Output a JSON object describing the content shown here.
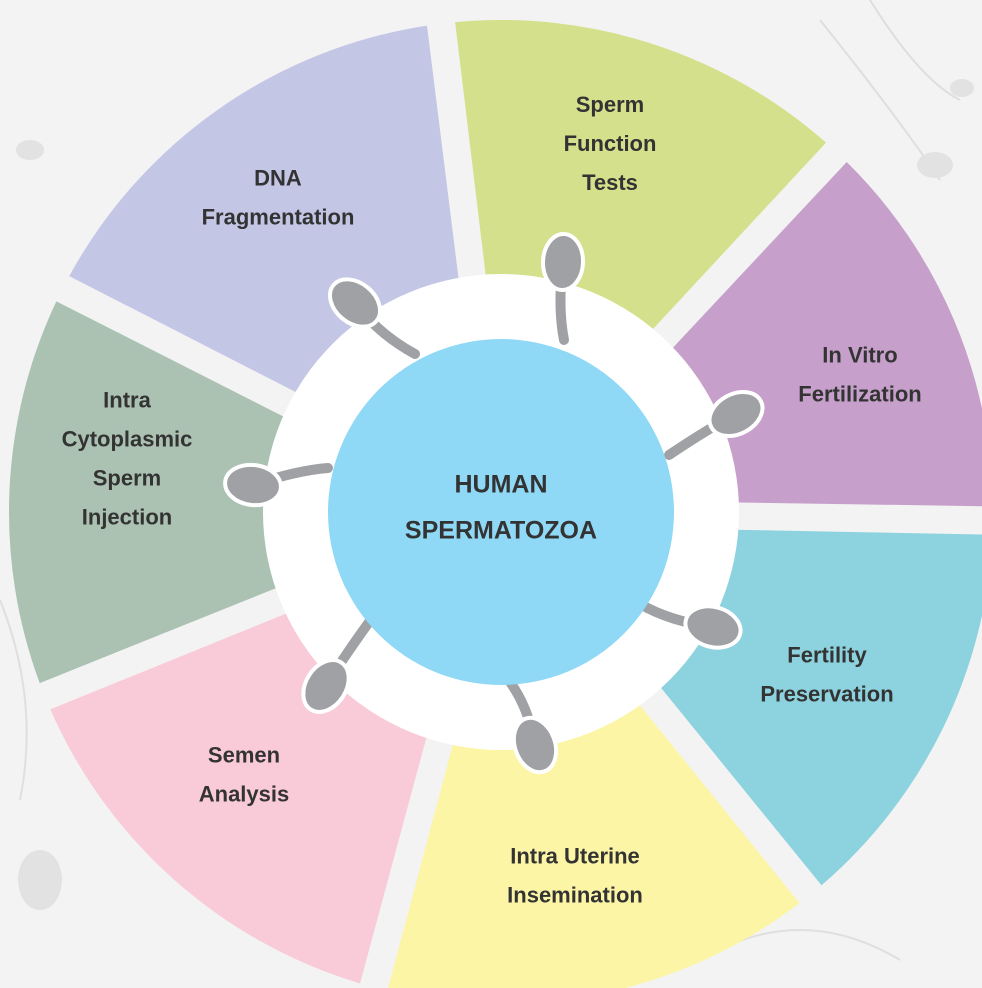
{
  "center": {
    "line1": "HUMAN",
    "line2": "SPERMATOZOA",
    "color": "#8fd8f6"
  },
  "segments": [
    {
      "lines": [
        "Sperm",
        "Function",
        "Tests"
      ],
      "color": "#d4e08b"
    },
    {
      "lines": [
        "In Vitro",
        "Fertilization"
      ],
      "color": "#c6a0cb"
    },
    {
      "lines": [
        "Fertility",
        "Preservation"
      ],
      "color": "#8dd2df"
    },
    {
      "lines": [
        "Intra Uterine",
        "Insemination"
      ],
      "color": "#fcf5a6"
    },
    {
      "lines": [
        "Semen",
        "Analysis"
      ],
      "color": "#f9cad8"
    },
    {
      "lines": [
        "Intra",
        "Cytoplasmic",
        "Sperm",
        "Injection"
      ],
      "color": "#abc2b3"
    },
    {
      "lines": [
        "DNA",
        "Fragmentation"
      ],
      "color": "#c4c6e6"
    }
  ],
  "sperm_icon": {
    "name": "sperm-icon",
    "color": "#a0a1a5"
  },
  "colors": {
    "background": "#f3f3f3",
    "ring": "#ffffff",
    "text": "#333333"
  }
}
